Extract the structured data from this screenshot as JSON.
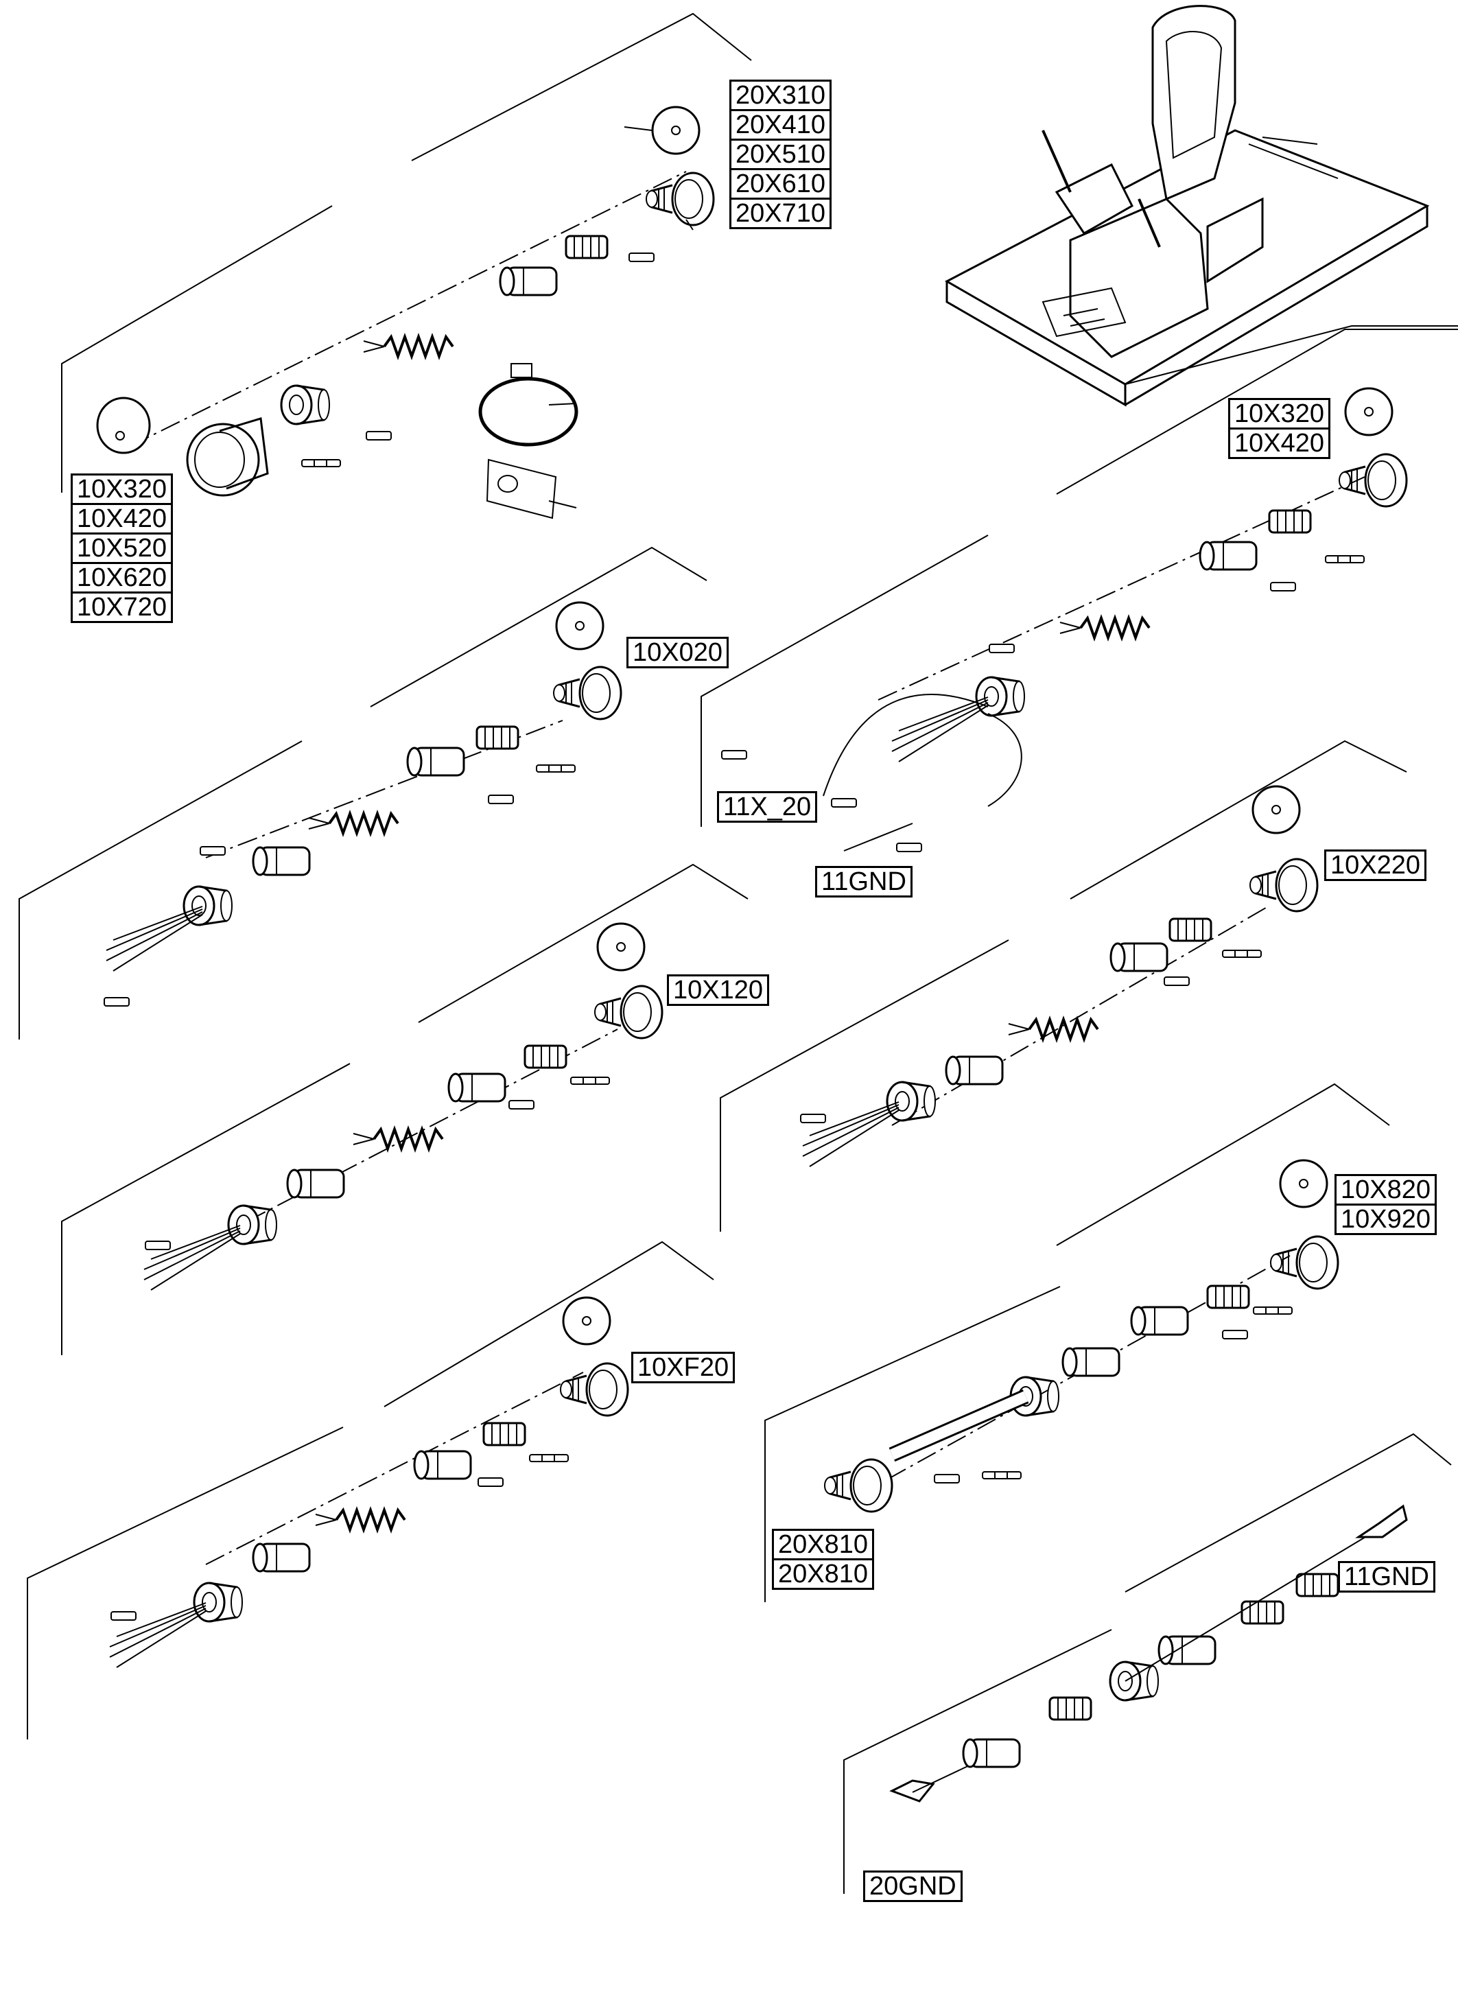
{
  "groups": {
    "g1": [
      "20X310",
      "20X410",
      "20X510",
      "20X610",
      "20X710"
    ],
    "g2": [
      "10X320",
      "10X420",
      "10X520",
      "10X620",
      "10X720"
    ],
    "g3": [
      "10X320",
      "10X420"
    ],
    "g4": [
      "10X020"
    ],
    "g5": [
      "11X_20"
    ],
    "g6": [
      "11GND"
    ],
    "g7": [
      "10X220"
    ],
    "g8": [
      "10X120"
    ],
    "g9": [
      "10X820",
      "10X920"
    ],
    "g10": [
      "10XF20"
    ],
    "g11": [
      "20X810",
      "20X810"
    ],
    "g12": [
      "11GND"
    ],
    "g13": [
      "20GND"
    ]
  },
  "colors": {
    "ink": "#000000",
    "paper": "#ffffff"
  }
}
